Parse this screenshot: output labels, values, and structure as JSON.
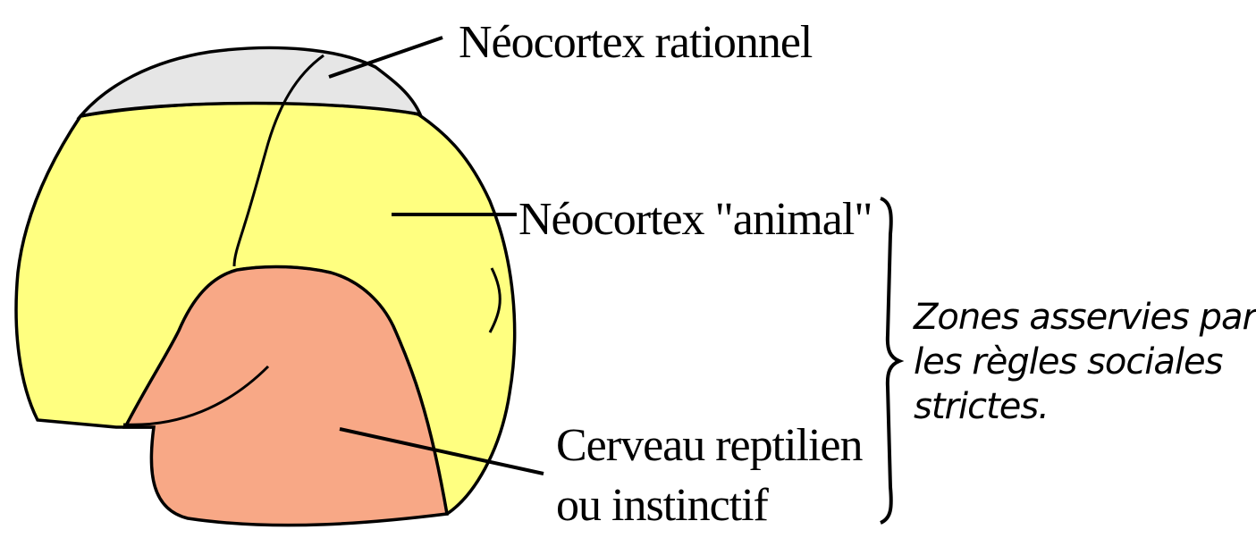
{
  "labels": {
    "neocortex_rationnel": "Néocortex rationnel",
    "neocortex_animal": "Néocortex \"animal\"",
    "cerveau_line1": "Cerveau reptilien",
    "cerveau_line2": "ou instinctif",
    "zones_line1": "Zones asservies par",
    "zones_line2": "les règles sociales",
    "zones_line3": "strictes."
  },
  "colors": {
    "neocortex_rationnel": "#e6e6e6",
    "neocortex_animal": "#ffff80",
    "cerveau_reptilien": "#f8a886",
    "outline": "#000000"
  }
}
